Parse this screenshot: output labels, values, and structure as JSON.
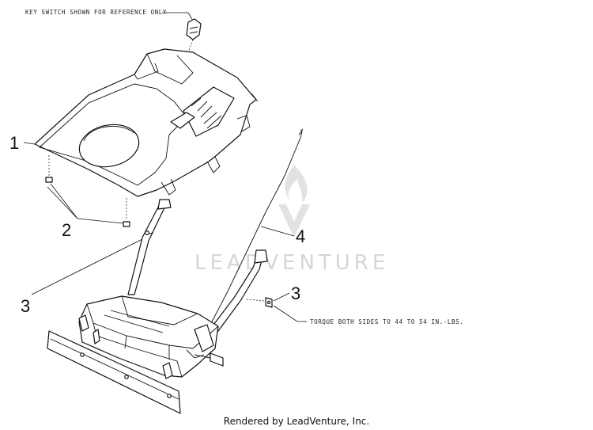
{
  "notes": {
    "key_switch": "KEY SWITCH SHOWN FOR REFERENCE ONLY",
    "torque": "TORQUE BOTH SIDES TO 44 TO 54 IN.-LBS."
  },
  "callouts": [
    {
      "id": "1",
      "label": "1"
    },
    {
      "id": "2",
      "label": "2"
    },
    {
      "id": "3a",
      "label": "3"
    },
    {
      "id": "4",
      "label": "4"
    },
    {
      "id": "3b",
      "label": "3"
    }
  ],
  "watermark": {
    "text": "LEADVENTURE",
    "icon": "flame-v-logo-icon"
  },
  "footer": {
    "text": "Rendered by LeadVenture, Inc."
  }
}
